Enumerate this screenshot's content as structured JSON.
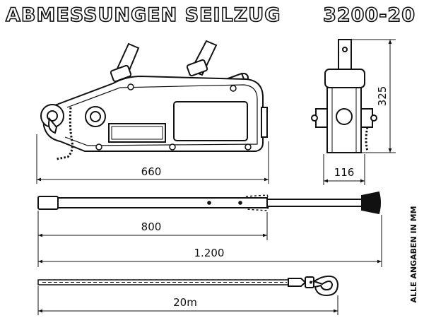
{
  "title": {
    "left": "ABMESSUNGEN SEILZUG",
    "right": "3200-20"
  },
  "dimensions": {
    "body_length": "660",
    "body_depth": "116",
    "body_height": "325",
    "lever_short": "800",
    "lever_full": "1.200",
    "rope_length": "20m"
  },
  "note": "ALLE ANGABEN IN MM",
  "colors": {
    "line": "#111111",
    "background": "#ffffff"
  }
}
